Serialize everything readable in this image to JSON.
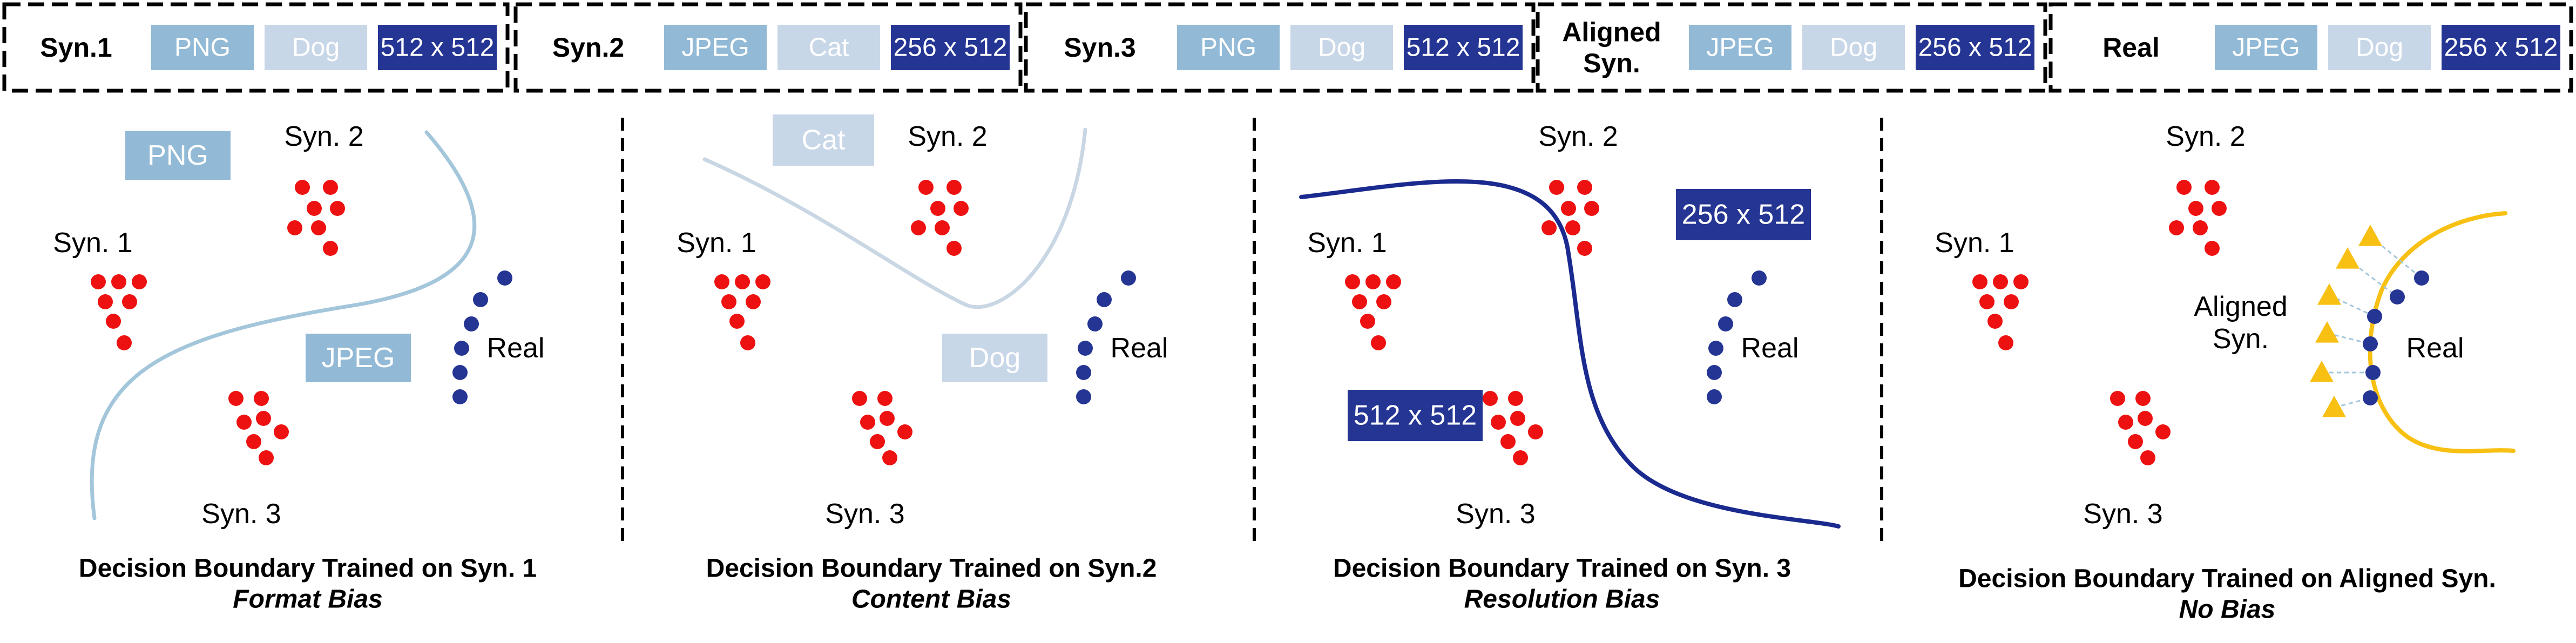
{
  "colors": {
    "png": "#92bad6",
    "jpeg": "#92bad6",
    "content": "#c8d7e8",
    "resolution": "#253593",
    "syn_dot": "#ee1111",
    "real_dot": "#253593",
    "aligned": "#f7c012",
    "boundary_syn1": "#a3c6db",
    "boundary_syn2": "#c9d6e4",
    "boundary_syn3": "#1a2a8e",
    "boundary_aligned": "#f7c012",
    "text": "#000000"
  },
  "legend": [
    {
      "name": "Syn.1",
      "format": "PNG",
      "content": "Dog",
      "resolution": "512 x 512"
    },
    {
      "name": "Syn.2",
      "format": "JPEG",
      "content": "Cat",
      "resolution": "256 x 512"
    },
    {
      "name": "Syn.3",
      "format": "PNG",
      "content": "Dog",
      "resolution": "512 x 512"
    },
    {
      "name": "Aligned\nSyn.",
      "format": "JPEG",
      "content": "Dog",
      "resolution": "256 x 512"
    },
    {
      "name": "Real",
      "format": "JPEG",
      "content": "Dog",
      "resolution": "256 x 512"
    }
  ],
  "panels": [
    {
      "cluster_labels": {
        "syn1": "Syn. 1",
        "syn2": "Syn. 2",
        "syn3": "Syn. 3",
        "real": "Real"
      },
      "tags": [
        {
          "text": "PNG",
          "kind": "png"
        },
        {
          "text": "JPEG",
          "kind": "jpeg"
        }
      ],
      "caption": "Decision Boundary Trained on Syn. 1",
      "bias": "Format Bias"
    },
    {
      "cluster_labels": {
        "syn1": "Syn. 1",
        "syn2": "Syn. 2",
        "syn3": "Syn. 3",
        "real": "Real"
      },
      "tags": [
        {
          "text": "Cat",
          "kind": "content"
        },
        {
          "text": "Dog",
          "kind": "content"
        }
      ],
      "caption": "Decision Boundary Trained on Syn.2",
      "bias": "Content Bias"
    },
    {
      "cluster_labels": {
        "syn1": "Syn. 1",
        "syn2": "Syn. 2",
        "syn3": "Syn. 3",
        "real": "Real"
      },
      "tags": [
        {
          "text": "256 x 512",
          "kind": "resolution"
        },
        {
          "text": "512 x 512",
          "kind": "resolution"
        }
      ],
      "caption": "Decision Boundary Trained on Syn. 3",
      "bias": "Resolution Bias"
    },
    {
      "cluster_labels": {
        "syn1": "Syn. 1",
        "syn2": "Syn. 2",
        "syn3": "Syn. 3",
        "real": "Real",
        "aligned": "Aligned\nSyn."
      },
      "tags": [],
      "caption": "Decision Boundary Trained on Aligned Syn.",
      "bias": "No Bias"
    }
  ]
}
